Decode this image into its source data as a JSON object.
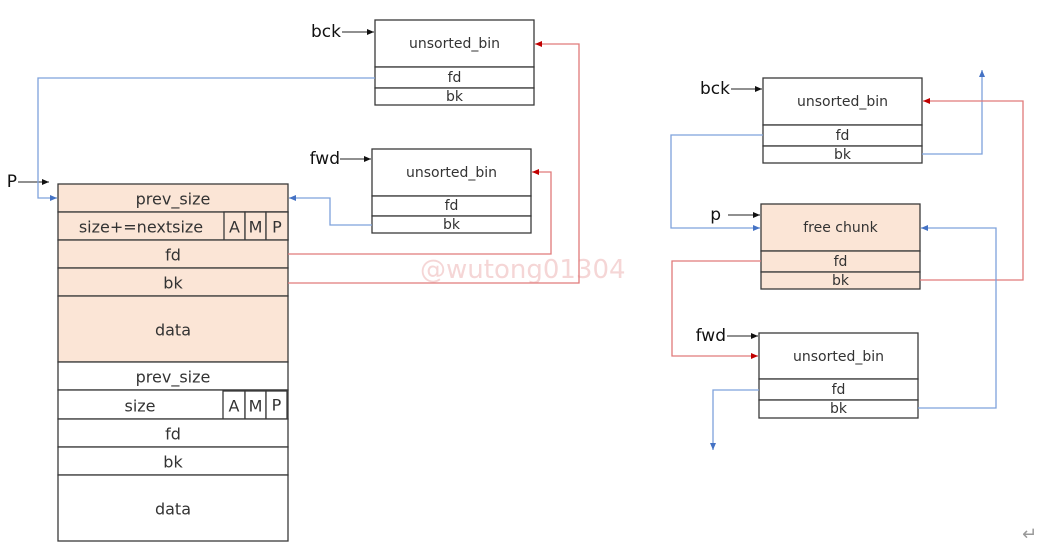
{
  "colors": {
    "shaded_fill": "#fbe5d6",
    "plain_fill": "#ffffff",
    "fd_link": "#4472c4",
    "bk_link": "#c00000",
    "border": "#3a3a3a"
  },
  "left": {
    "pointers": {
      "bck": "bck",
      "fwd": "fwd",
      "p": "P"
    },
    "bck_bin": {
      "title": "unsorted_bin",
      "fd": "fd",
      "bk": "bk"
    },
    "fwd_bin": {
      "title": "unsorted_bin",
      "fd": "fd",
      "bk": "bk"
    },
    "chunk": {
      "prev_size": "prev_size",
      "size": "size+=nextsize",
      "flags": [
        "A",
        "M",
        "P"
      ],
      "fd": "fd",
      "bk": "bk",
      "data": "data"
    },
    "next_chunk": {
      "prev_size": "prev_size",
      "size": "size",
      "flags": [
        "A",
        "M",
        "P"
      ],
      "fd": "fd",
      "bk": "bk",
      "data": "data"
    }
  },
  "right": {
    "pointers": {
      "bck": "bck",
      "p": "p",
      "fwd": "fwd"
    },
    "bck_bin": {
      "title": "unsorted_bin",
      "fd": "fd",
      "bk": "bk"
    },
    "free_chunk": {
      "title": "free chunk",
      "fd": "fd",
      "bk": "bk"
    },
    "fwd_bin": {
      "title": "unsorted_bin",
      "fd": "fd",
      "bk": "bk"
    }
  },
  "watermark": "@wutong01304",
  "return_mark": "↵"
}
